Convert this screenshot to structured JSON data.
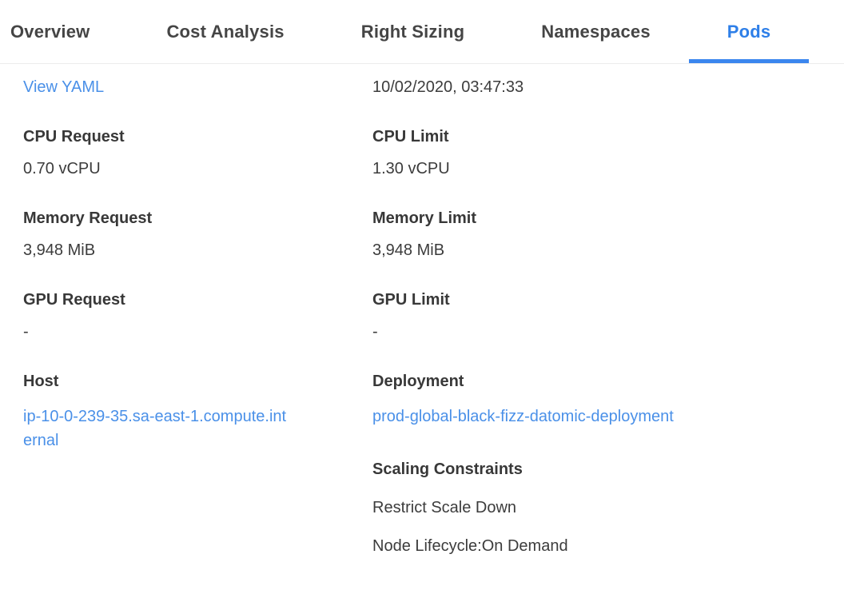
{
  "tabs": [
    {
      "label": "Overview",
      "active": false
    },
    {
      "label": "Cost Analysis",
      "active": false
    },
    {
      "label": "Right Sizing",
      "active": false
    },
    {
      "label": "Namespaces",
      "active": false
    },
    {
      "label": "Pods",
      "active": true
    }
  ],
  "header": {
    "view_yaml_link": "View YAML",
    "timestamp": "10/02/2020, 03:47:33"
  },
  "details": {
    "left": [
      {
        "label": "CPU Request",
        "value": "0.70 vCPU"
      },
      {
        "label": "Memory Request",
        "value": "3,948 MiB"
      },
      {
        "label": "GPU Request",
        "value": "-"
      },
      {
        "label": "Host",
        "value": "ip-10-0-239-35.sa-east-1.compute.internal",
        "is_link": true
      }
    ],
    "right": [
      {
        "label": "CPU Limit",
        "value": "1.30 vCPU"
      },
      {
        "label": "Memory Limit",
        "value": "3,948 MiB"
      },
      {
        "label": "GPU Limit",
        "value": "-"
      },
      {
        "label": "Deployment",
        "value": "prod-global-black-fizz-datomic-deployment",
        "is_link": true
      },
      {
        "label": "Scaling Constraints",
        "values": [
          "Restrict Scale Down",
          "Node Lifecycle:On Demand"
        ]
      }
    ]
  },
  "colors": {
    "active_tab_blue": "#2e7fe8",
    "underline_blue": "#3b86ee",
    "link_blue": "#4a90e8",
    "label_dark": "#383838",
    "text_dark": "#3c3c3c",
    "tab_inactive": "#454545",
    "divider_gray": "#ececec"
  }
}
